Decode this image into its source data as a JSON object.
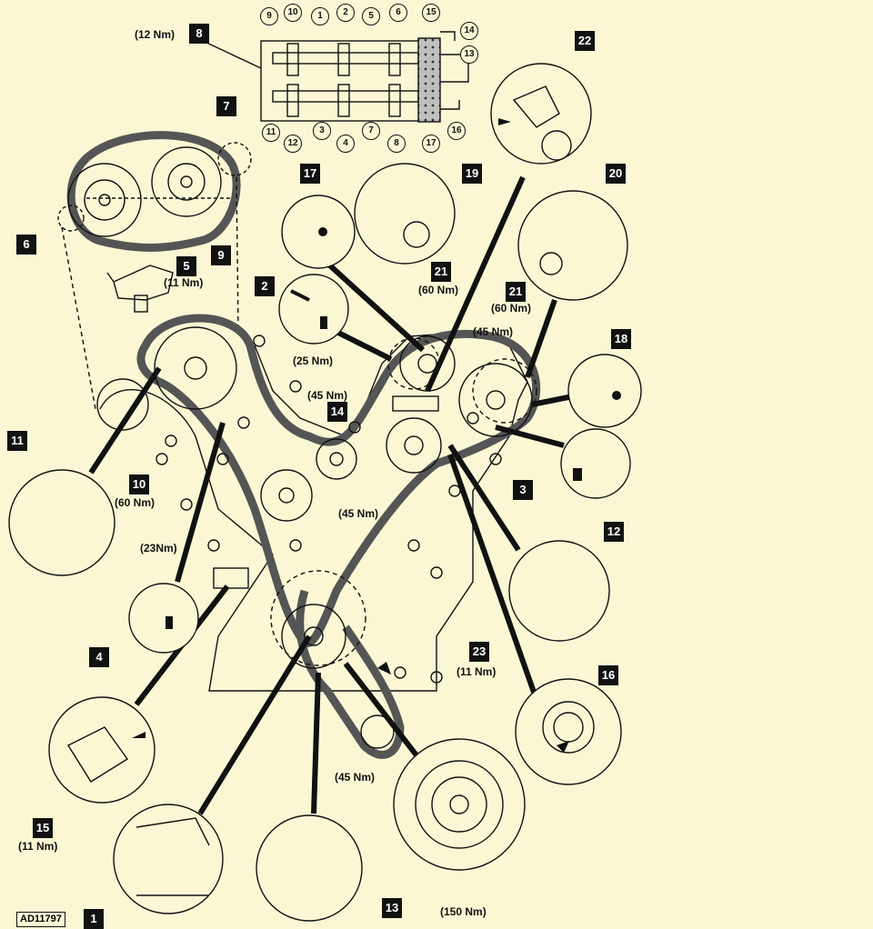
{
  "figure_code": "AD11797",
  "callouts": [
    {
      "n": "1"
    },
    {
      "n": "2"
    },
    {
      "n": "3"
    },
    {
      "n": "4"
    },
    {
      "n": "5",
      "torque": "(11 Nm)"
    },
    {
      "n": "6"
    },
    {
      "n": "7"
    },
    {
      "n": "8",
      "torque": "(12 Nm)"
    },
    {
      "n": "9"
    },
    {
      "n": "10",
      "torque": "(60 Nm)"
    },
    {
      "n": "11"
    },
    {
      "n": "12"
    },
    {
      "n": "13"
    },
    {
      "n": "14"
    },
    {
      "n": "15",
      "torque": "(11 Nm)"
    },
    {
      "n": "16"
    },
    {
      "n": "17"
    },
    {
      "n": "18"
    },
    {
      "n": "19"
    },
    {
      "n": "20"
    },
    {
      "n": "21",
      "torque": "(60 Nm)"
    },
    {
      "n": "21",
      "torque": "(60 Nm)"
    },
    {
      "n": "22"
    },
    {
      "n": "23",
      "torque": "(11 Nm)"
    }
  ],
  "torques": {
    "t45a": "(45 Nm)",
    "t25": "(25 Nm)",
    "t45b": "(45 Nm)",
    "t45c": "(45 Nm)",
    "t23": "(23Nm)",
    "t45d": "(45 Nm)",
    "t150": "(150 Nm)"
  },
  "bearing_numbers": {
    "top": [
      "9",
      "10",
      "1",
      "2",
      "5",
      "6",
      "15",
      "14",
      "13"
    ],
    "bottom": [
      "11",
      "12",
      "3",
      "4",
      "7",
      "8",
      "17",
      "16"
    ]
  },
  "colors": {
    "background": "#fbf7d5",
    "ink": "#111111"
  }
}
